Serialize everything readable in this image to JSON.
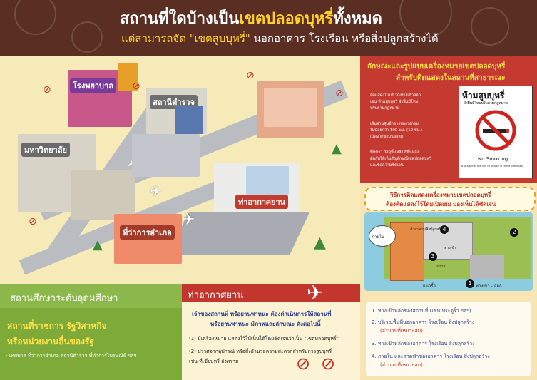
{
  "header": {
    "title_part1": "สถานที่ใดบ้างเป็น",
    "title_part2": "เขตปลอดบุหรี่",
    "title_part3": "ทั้งหมด",
    "subtitle_part1": "แต่สามารถจัด ",
    "subtitle_part2": "\"เขตสูบบุหรี่\"",
    "subtitle_part3": " นอกอาคาร โรงเรือน หรือสิ่งปลูกสร้างได้"
  },
  "scene": {
    "label_hospital": "โรงพยาบาล",
    "label_police": "สถานีตำรวจ",
    "label_university": "มหาวิทยาลัย",
    "label_airport": "ท่าอากาศยาน",
    "label_govt": "ที่ว่าการอำเภอ"
  },
  "left_panel": {
    "heading": "สถานศึกษาระดับอุดมศึกษา",
    "sub_line1": "สถานที่ราชการ รัฐวิสาหกิจ",
    "sub_line2": "หรือหน่วยงานอื่นของรัฐ",
    "sub_note": "- เทศบาล ที่ว่าการอำเภอ สถานีตำรวจ ที่ทำการไปรษณีย์ ฯลฯ"
  },
  "mid_panel": {
    "heading": "ท่าอากาศยาน",
    "body_line1": "เจ้าของสถานที่ หรือยานพาหนะ ต้องดำเนินการให้สถานที่",
    "body_line2": "หรือยานพาหนะ มีภาพและลักษณะ ดังต่อไปนี้",
    "item1": "(1) มีเครื่องหมาย แสดงไว้ให้เห็นได้โดยชัดเจนว่าเป็น \"เขตปลอดบุหรี่\"",
    "item2a": "(2) ปราศจากอุปกรณ์ หรือสิ่งอำนวยความสะดวกสำหรับการสูบบุหรี่",
    "item2b": "เช่น ที่เขี่ยบุหรี่ ถังทราย"
  },
  "right_col": {
    "sign_heading1": "ลักษณะและรูปแบบเครื่องหมายเขตปลอดบุหรี่",
    "sign_heading2": "สำหรับติดแสดงในสถานที่สาธารณะ",
    "note1a": "จัดแสดงในบริเวณทางเข้าออก",
    "note1b": "เช่น ห้ามสูบบุหรี่ ฝ่าฝืนมีโทษ",
    "note1c": "ปรับตามกฎหมาย",
    "note2a": "เส้นผ่านศูนย์กลางของวงกลม",
    "note2b": "ไม่น้อยกว่า 100 มม. (10 ซม.)",
    "note2c": "(วัดจากขอบนอกสุด)",
    "note3a": "พื้นขาว วัสดุพื้นหลัง สีพื้นหลัง",
    "note3b": "ตัดกับให้เห็นสัญลักษณ์เขตปลอดบุหรี่",
    "note3c": "และข้อความชัดเจน",
    "sign_title": "ห้ามสูบบุหรี่",
    "sign_sub": "ฝ่าฝืนมีโทษปรับตามกฎหมาย",
    "sign_nosmoking": "No Smoking",
    "sign_fine": "It is against the law to smoke in these premises",
    "display_line1": "วิธีการติดแสดงเครื่องหมายเขตปลอดบุหรี่",
    "display_line2": "ต้องติดแสดงไว้โดยเปิดเผย มองเห็นได้ชัดเจน",
    "fp_inside": "ภายใน",
    "fp_building": "ตัวอาคาร/สิ่งปลูกสร้าง",
    "fp_door": "ทางเข้า",
    "fp_yard": "บริเวณ",
    "fp_entrance": "ทางเข้า - ออก",
    "fp_fence": "แนวรั้ว",
    "n1": "1",
    "n2": "2",
    "n3": "3",
    "n4": "4",
    "list1": "1. ทางเข้าหลักของสถานที่ (เช่น ประตูรั้ว ฯลฯ)",
    "list2": "2. บริเวณพื้นที่นอกอาคาร โรงเรือน สิ่งปลูกสร้าง",
    "list2b": "(จำนวนที่เหมาะสม)",
    "list3": "3. ทางเข้าหลักของอาคาร โรงเรือน สิ่งปลูกสร้าง",
    "list4": "4. ภายใน และลาดฟ้าของอาคาร โรงเรือน สิ่งปลูกสร้าง",
    "list4b": "(จำนวนที่เหมาะสม)"
  },
  "colors": {
    "header_bg": "#5a2e22",
    "highlight": "#ffd02a",
    "red_panel": "#c43a30",
    "green_panel": "#8cb74a"
  }
}
